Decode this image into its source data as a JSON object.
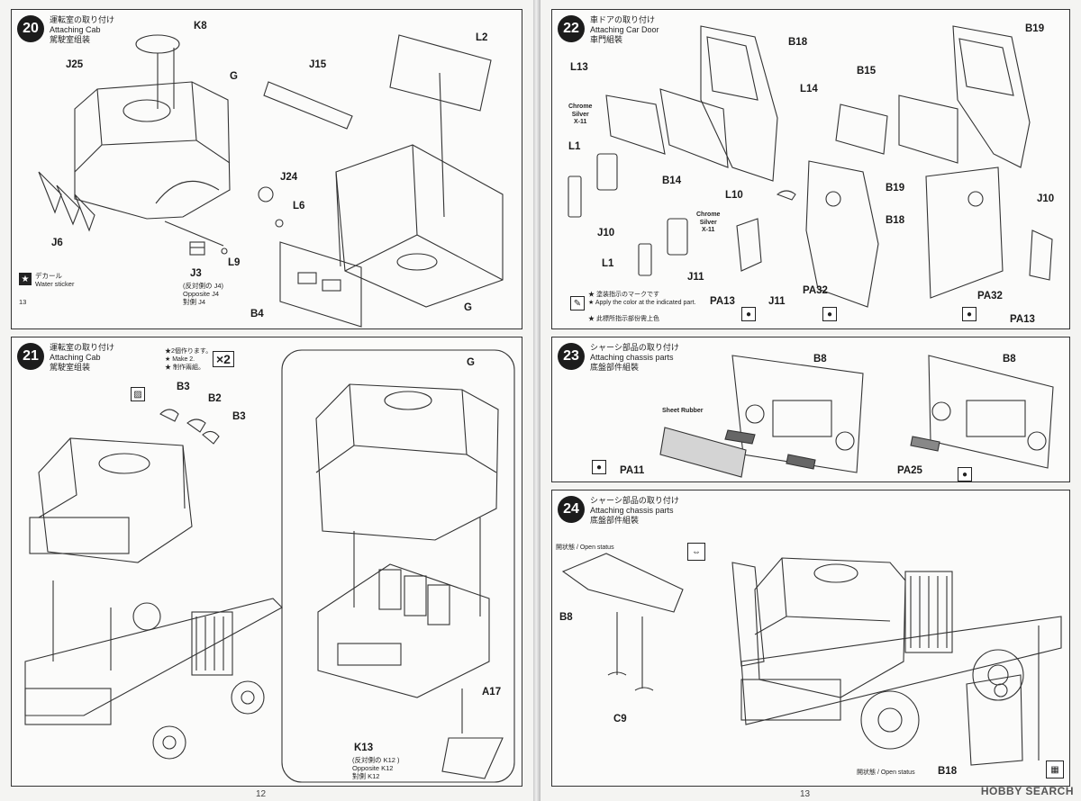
{
  "steps": {
    "s20": {
      "number": "20",
      "title_jp": "運転室の取り付け",
      "title_en": "Attaching Cab",
      "title_cn": "駕駛室组装",
      "labels": [
        "K8",
        "J25",
        "G",
        "J15",
        "L2",
        "J24",
        "L6",
        "J6",
        "L9",
        "J3",
        "B4",
        "G"
      ],
      "note_jp": "(反対側の J4)",
      "note_en": "Opposite J4",
      "note_cn": "對側 J4",
      "legend_jp": "デカール",
      "legend_en": "Water sticker",
      "decal_no": "13"
    },
    "s21": {
      "number": "21",
      "title_jp": "運転室の取り付け",
      "title_en": "Attaching Cab",
      "title_cn": "駕駛室组装",
      "make_jp": "★2個作ります。",
      "make_en": "★ Make 2.",
      "make_cn": "★ 制作兩組。",
      "multiplier": "×2",
      "labels": [
        "B3",
        "B2",
        "B3",
        "G",
        "A17",
        "K13"
      ],
      "note_jp": "(反対側の K12 )",
      "note_en": "Opposite K12",
      "note_cn": "對側 K12"
    },
    "s22": {
      "number": "22",
      "title_jp": "車ドアの取り付け",
      "title_en": "Attaching Car Door",
      "title_cn": "車門組裝",
      "labels": [
        "B18",
        "B19",
        "L13",
        "B15",
        "L14",
        "L1",
        "B14",
        "L10",
        "B19",
        "B18",
        "J10",
        "J10",
        "L1",
        "J11",
        "PA13",
        "J11",
        "PA32",
        "PA32",
        "PA13"
      ],
      "paint1": "Chrome\nSilver\nX-11",
      "paint2": "Chrome\nSilver\nX-11",
      "paint_note_jp": "★ 塗装指示のマークです",
      "paint_note_en": "★ Apply the color at the indicated part.",
      "paint_note_cn": "★ 此標所指示部份需上色"
    },
    "s23": {
      "number": "23",
      "title_jp": "シャーシ部品の取り付け",
      "title_en": "Attaching chassis parts",
      "title_cn": "底盤部件組裝",
      "labels": [
        "B8",
        "Sheet Rubber",
        "PA11",
        "B8",
        "PA25"
      ]
    },
    "s24": {
      "number": "24",
      "title_jp": "シャーシ部品の取り付け",
      "title_en": "Attaching chassis parts",
      "title_cn": "底盤部件組裝",
      "open_top": "開状態 / Open status",
      "open_bottom": "開状態 / Open status",
      "labels": [
        "B8",
        "C9",
        "B18"
      ]
    }
  },
  "page_numbers": {
    "left": "12",
    "right": "13"
  },
  "watermark": "HOBBY SEARCH"
}
